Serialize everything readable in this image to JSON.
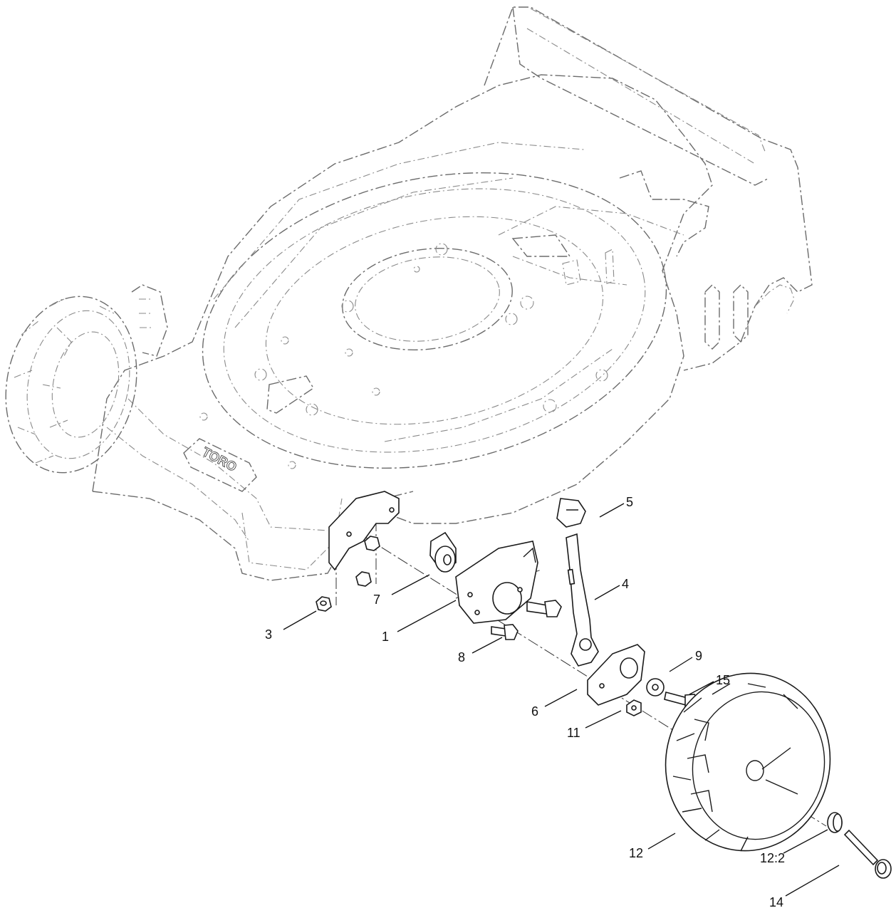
{
  "callouts": [
    {
      "id": "1",
      "label": "1"
    },
    {
      "id": "3",
      "label": "3"
    },
    {
      "id": "4",
      "label": "4"
    },
    {
      "id": "5",
      "label": "5"
    },
    {
      "id": "6",
      "label": "6"
    },
    {
      "id": "7",
      "label": "7"
    },
    {
      "id": "8",
      "label": "8"
    },
    {
      "id": "9",
      "label": "9"
    },
    {
      "id": "11",
      "label": "11"
    },
    {
      "id": "12",
      "label": "12"
    },
    {
      "id": "12-2",
      "label": "12:2"
    },
    {
      "id": "14",
      "label": "14"
    },
    {
      "id": "15",
      "label": "15"
    }
  ],
  "deck_logo_text": "TORO"
}
